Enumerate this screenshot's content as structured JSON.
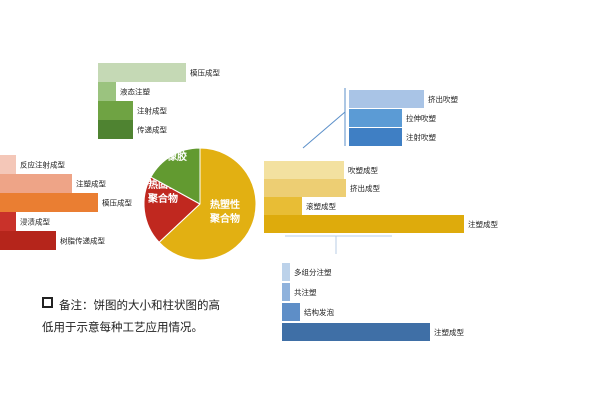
{
  "chart_data": [
    {
      "type": "pie",
      "slices": [
        {
          "label": "热固性聚合物",
          "value": 20,
          "color": "#c0281f"
        },
        {
          "label": "橡胶",
          "value": 17,
          "color": "#629a30"
        },
        {
          "label": "热塑性聚合物",
          "value": 63,
          "color": "#e2b012"
        }
      ]
    },
    {
      "type": "bar",
      "group": "橡胶",
      "categories": [
        "模压成型",
        "液态注塑",
        "注射成型",
        "传递成型"
      ],
      "values": [
        88,
        18,
        35,
        35
      ],
      "colors": [
        "#c5d9b5",
        "#9bc37f",
        "#6fa343",
        "#4f8331"
      ]
    },
    {
      "type": "bar",
      "group": "热固性聚合物",
      "categories": [
        "反应注射成型",
        "注塑成型",
        "模压成型",
        "浸渍成型",
        "树脂传递成型"
      ],
      "values": [
        16,
        72,
        98,
        16,
        56
      ],
      "colors": [
        "#f4c7b8",
        "#eea487",
        "#ea7e32",
        "#c9322a",
        "#b5251b"
      ]
    },
    {
      "type": "bar",
      "group": "热塑性聚合物",
      "categories": [
        "吹塑成型",
        "挤出成型",
        "滚塑成型",
        "注塑成型"
      ],
      "values": [
        80,
        82,
        38,
        200
      ],
      "colors": [
        "#f3e1a0",
        "#edce73",
        "#e8bd35",
        "#deab0c"
      ]
    },
    {
      "type": "bar",
      "group": "吹塑成型",
      "categories": [
        "挤出吹塑",
        "拉伸吹塑",
        "注射吹塑"
      ],
      "values": [
        75,
        53,
        53
      ],
      "colors": [
        "#a9c4e6",
        "#5b9bd5",
        "#3f7fc4"
      ]
    },
    {
      "type": "bar",
      "group": "注塑成型",
      "categories": [
        "多组分注塑",
        "共注塑",
        "结构发泡",
        "注塑成型"
      ],
      "values": [
        8,
        8,
        18,
        148
      ],
      "colors": [
        "#bcd2ea",
        "#8fb2dc",
        "#5e8ec7",
        "#3f6fa6"
      ]
    }
  ],
  "note": {
    "line1": "备注：饼图的大小和柱状图的高",
    "line2": "低用于示意每种工艺应用情况。"
  }
}
